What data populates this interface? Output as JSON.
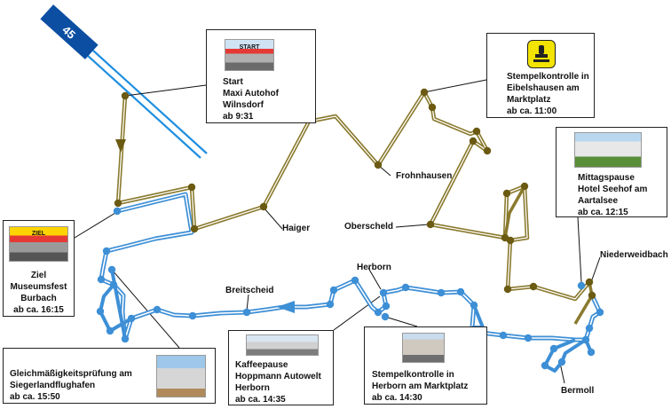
{
  "highway": {
    "number": "45"
  },
  "callouts": {
    "start": {
      "lines": [
        "Start",
        "Maxi Autohof",
        "Wilnsdorf",
        "ab 9:31"
      ],
      "photo": "start-arch-photo",
      "photo_text": "START"
    },
    "stempel_eibelshausen": {
      "lines": [
        "Stempelkontrolle in",
        "Eibelshausen  am",
        "Marktplatz",
        "ab ca.  11:00"
      ],
      "icon": "stamp-icon"
    },
    "mittag": {
      "lines": [
        "Mittagspause",
        "Hotel Seehof am",
        "Aartalsee",
        "ab ca.  12:15"
      ],
      "photo": "hotel-photo"
    },
    "ziel": {
      "lines": [
        "Ziel",
        "Museumsfest",
        "Burbach",
        "ab ca. 16:15"
      ],
      "photo": "finish-arch-photo",
      "photo_text": "ZIEL"
    },
    "gleich": {
      "lines": [
        "Gleichmäßigkeitsprüfung am",
        "Siegerlandflughafen",
        "ab ca.  15:50"
      ],
      "photo": "airport-tower-photo"
    },
    "kaffee": {
      "lines": [
        "Kaffeepause",
        "Hoppmann Autowelt",
        "Herborn",
        "ab ca.  14:35"
      ],
      "photo": "car-dealer-photo"
    },
    "stempel_herborn": {
      "lines": [
        "Stempelkontrolle in",
        "Herborn am Marktplatz",
        "ab ca.  14:30"
      ],
      "photo": "town-square-photo"
    }
  },
  "places": [
    "Frohnhausen",
    "Haiger",
    "Oberscheld",
    "Niederweidbach",
    "Herborn",
    "Breitscheid",
    "Bermoll"
  ],
  "colors": {
    "route_first": "#8a7a2e",
    "route_first_fill": "#ffffff",
    "waypoint_first": "#6b5a12",
    "route_second": "#3d8fd6",
    "waypoint_second": "#3d8fd6",
    "highway": "#1f8fe0",
    "highway_sign": "#0b4ea2"
  }
}
